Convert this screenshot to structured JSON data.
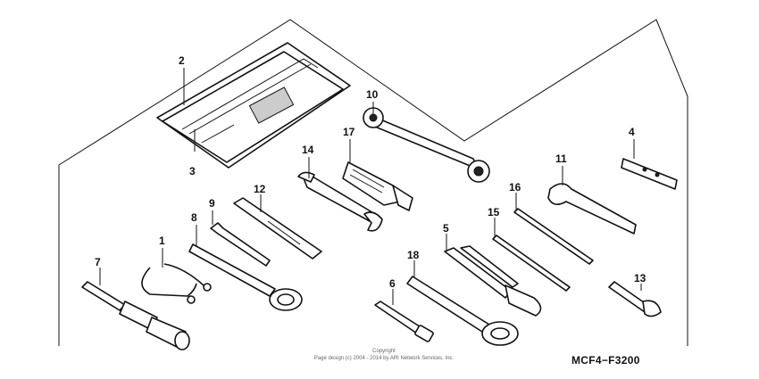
{
  "callouts": {
    "c1": "1",
    "c2": "2",
    "c3": "3",
    "c4": "4",
    "c5": "5",
    "c6": "6",
    "c7": "7",
    "c8": "8",
    "c9": "9",
    "c10": "10",
    "c11": "11",
    "c12": "12",
    "c13": "13",
    "c14": "14",
    "c15": "15",
    "c16": "16",
    "c17": "17",
    "c18": "18"
  },
  "footer": {
    "copyright_line1": "Copyright",
    "copyright_line2": "Page design (c) 2004 - 2014 by ARI Network Services, Inc.",
    "diagram_code": "MCF4−F3200"
  }
}
